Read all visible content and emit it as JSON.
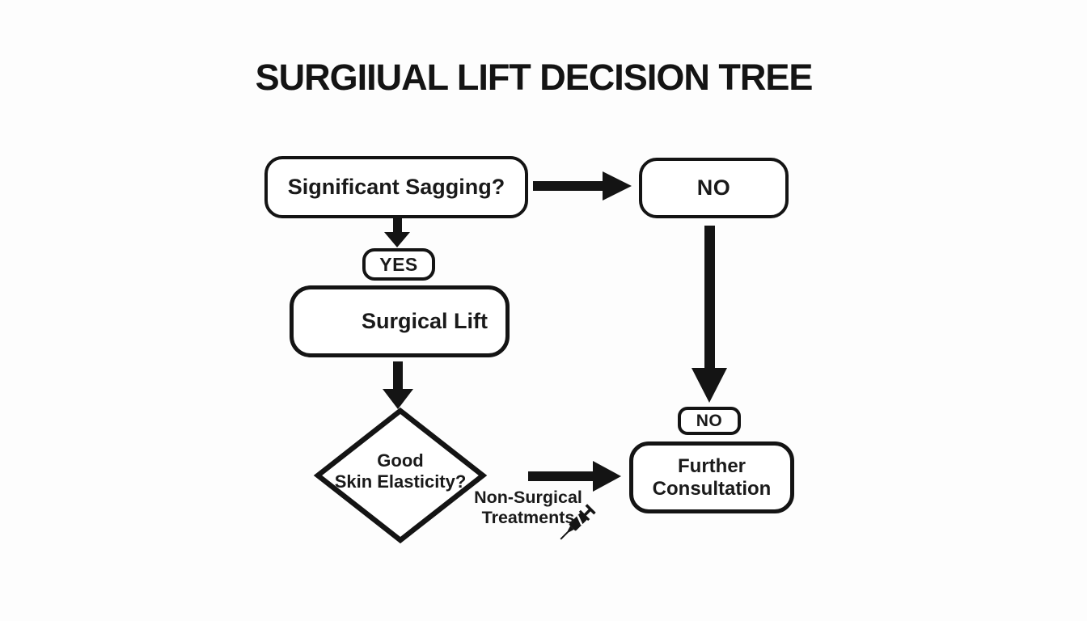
{
  "title": "SURGIIUAL LIFT DECISION TREE",
  "colors": {
    "ink": "#141414",
    "background": "#fdfdfd",
    "node_fill": "#ffffff"
  },
  "diagram": {
    "nodes": {
      "significant_sagging": {
        "type": "rounded-box",
        "label": "Significant Sagging?"
      },
      "no_top": {
        "type": "rounded-box",
        "label": "NO"
      },
      "yes_badge": {
        "type": "badge",
        "label": "YES"
      },
      "surgical_lift": {
        "type": "rounded-box",
        "label": "Surgical Lift",
        "icon": "scalpel-icon"
      },
      "skin_elasticity": {
        "type": "diamond",
        "label_line1": "Good",
        "label_line2": "Skin Elasticity?"
      },
      "non_surgical": {
        "type": "edge-label",
        "label_line1": "Non-Surgical",
        "label_line2": "Treatments",
        "icon": "syringe-icon"
      },
      "no_badge": {
        "type": "badge",
        "label": "NO"
      },
      "further_consultation": {
        "type": "rounded-box",
        "label_line1": "Further",
        "label_line2": "Consultation"
      }
    },
    "edges": [
      {
        "from": "significant_sagging",
        "to": "no_top",
        "direction": "right"
      },
      {
        "from": "significant_sagging",
        "to": "yes_badge",
        "direction": "down"
      },
      {
        "from": "surgical_lift",
        "to": "skin_elasticity",
        "direction": "down"
      },
      {
        "from": "no_top",
        "to": "no_badge",
        "direction": "down"
      },
      {
        "from": "skin_elasticity",
        "to": "further_consultation",
        "direction": "right",
        "label": "Non-Surgical Treatments"
      }
    ]
  }
}
